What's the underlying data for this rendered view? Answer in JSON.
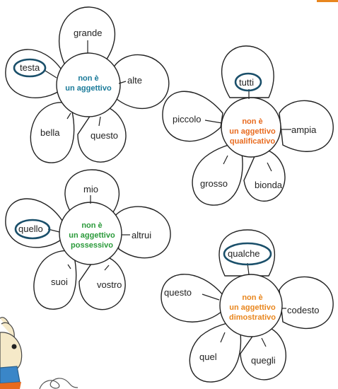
{
  "colors": {
    "flower1": "#1a7a99",
    "flower2": "#e86a1e",
    "flower3": "#2a9a3a",
    "flower4": "#e8861e",
    "answer_circle": "#1a4f6a"
  },
  "flowers": [
    {
      "center": [
        "non è",
        "un aggettivo"
      ],
      "words": [
        "grande",
        "alte",
        "questo",
        "bella",
        "testa"
      ],
      "answer": "testa"
    },
    {
      "center": [
        "non è",
        "un aggettivo",
        "qualificativo"
      ],
      "words": [
        "tutti",
        "ampia",
        "bionda",
        "grosso",
        "piccolo"
      ],
      "answer": "tutti"
    },
    {
      "center": [
        "non è",
        "un aggettivo",
        "possessivo"
      ],
      "words": [
        "mio",
        "altrui",
        "vostro",
        "suoi",
        "quello"
      ],
      "answer": "quello"
    },
    {
      "center": [
        "non è",
        "un aggettivo",
        "dimostrativo"
      ],
      "words": [
        "qualche",
        "codesto",
        "quegli",
        "quel",
        "questo"
      ],
      "answer": "qualche"
    }
  ]
}
